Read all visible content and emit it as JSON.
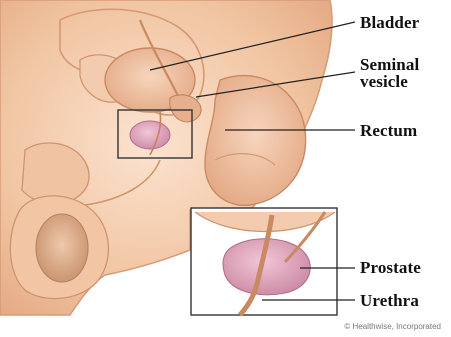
{
  "labels": {
    "bladder": "Bladder",
    "seminal_vesicle_line1": "Seminal",
    "seminal_vesicle_line2": "vesicle",
    "rectum": "Rectum",
    "prostate": "Prostate",
    "urethra": "Urethra"
  },
  "copyright": "© Healthwise, Incorporated",
  "colors": {
    "skin": "#f2c8a6",
    "skin_shadow": "#d99a72",
    "organ": "#e8b090",
    "outline": "#c98a62",
    "prostate": "#d9a0b6",
    "leader_line": "#222222",
    "box": "#333333"
  }
}
